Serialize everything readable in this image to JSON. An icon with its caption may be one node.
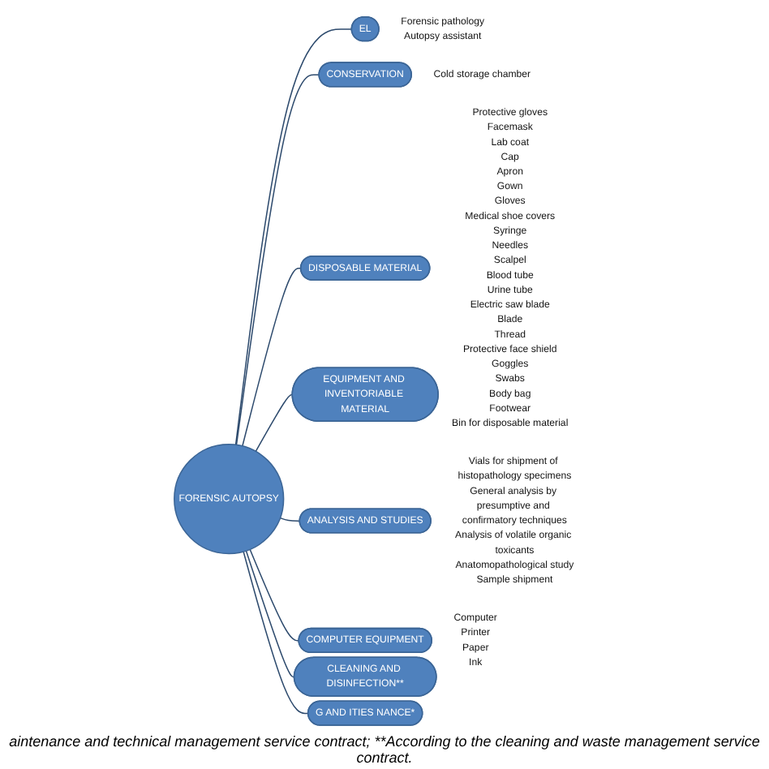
{
  "diagram": {
    "caption": "aintenance and technical management service contract; **According to the cleaning and waste management service contract.",
    "nodes": [
      {
        "text": [
          "FORENSIC AUTOPSY"
        ]
      },
      {
        "text": [
          "EL"
        ],
        "beside": [
          "Forensic pathology",
          "Autopsy assistant"
        ]
      },
      {
        "text": [
          "CONSERVATION"
        ],
        "beside": [
          "Cold storage chamber"
        ]
      },
      {
        "text": [
          "DISPOSABLE MATERIAL"
        ],
        "beside": [
          "Protective gloves",
          "Facemask",
          "Lab coat",
          "Cap",
          "Apron",
          "Gown",
          "Gloves",
          "Medical shoe covers",
          "Syringe",
          "Needles",
          "Scalpel",
          "Blood tube",
          "Urine tube",
          "Electric saw blade",
          "Blade",
          "Thread",
          "Protective face shield",
          "Goggles",
          "Swabs",
          "Body bag",
          "Footwear",
          "Bin for disposable material"
        ]
      },
      {
        "text": [
          "EQUIPMENT AND INVENTORIABLE MATERIAL"
        ]
      },
      {
        "text": [
          "ANALYSIS AND STUDIES"
        ],
        "beside": [
          "Vials for shipment of histopathology specimens",
          "General analysis by presumptive and confirmatory techniques",
          "Analysis of volatile organic toxicants",
          "Anatomopathological study",
          "Sample shipment"
        ]
      },
      {
        "text": [
          "COMPUTER EQUIPMENT"
        ],
        "beside": [
          "Computer",
          "Printer",
          "Paper",
          "Ink"
        ]
      },
      {
        "text": [
          "CLEANING AND DISINFECTION**"
        ]
      },
      {
        "text": [
          "G AND ITIES NANCE*"
        ]
      }
    ],
    "edges": [
      {
        "from": 0,
        "to": 1,
        "arrow": "none"
      },
      {
        "from": 0,
        "to": 2,
        "arrow": "none"
      },
      {
        "from": 0,
        "to": 3,
        "arrow": "none"
      },
      {
        "from": 0,
        "to": 4,
        "arrow": "none"
      },
      {
        "from": 0,
        "to": 5,
        "arrow": "none"
      },
      {
        "from": 0,
        "to": 6,
        "arrow": "none"
      },
      {
        "from": 0,
        "to": 7,
        "arrow": "none"
      },
      {
        "from": 0,
        "to": 8,
        "arrow": "none"
      }
    ]
  }
}
